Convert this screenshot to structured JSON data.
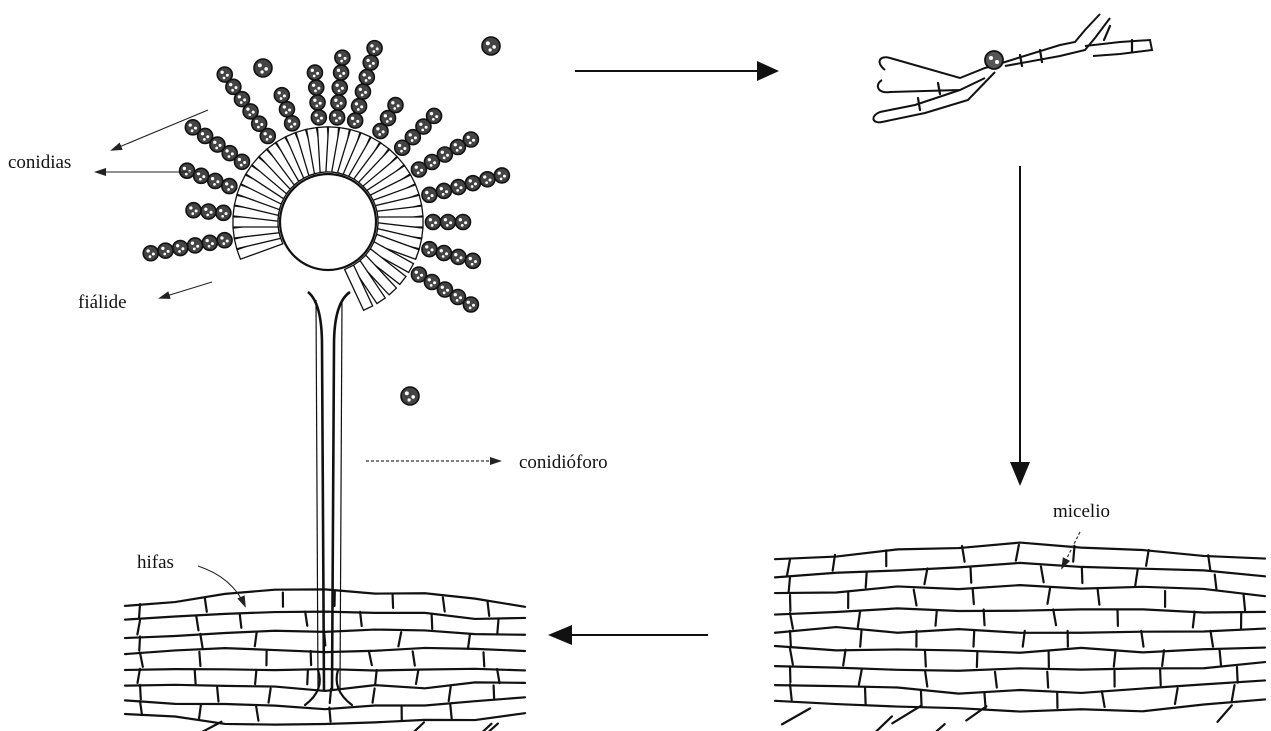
{
  "labels": {
    "conidias": "conidias",
    "fialide": "fiálide",
    "conidioforo": "conidióforo",
    "hifas": "hifas",
    "micelio": "micelio"
  },
  "colors": {
    "ink": "#111111",
    "background": "#ffffff"
  }
}
